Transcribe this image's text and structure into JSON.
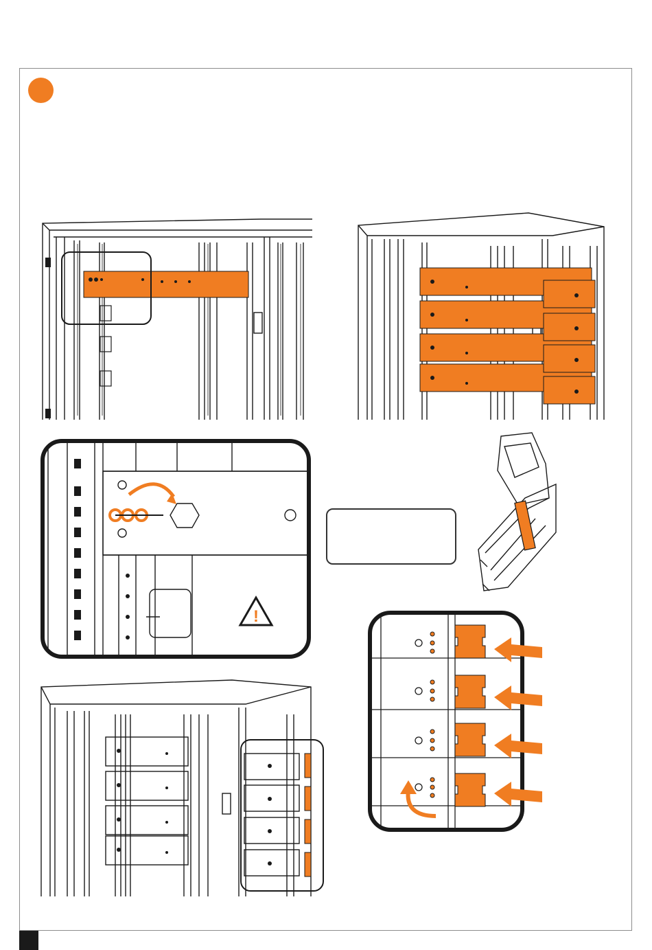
{
  "page": {
    "step_marker_color": "#f07d22",
    "accent_color": "#f07d22",
    "line_color": "#1a1a1a"
  },
  "figures": [
    {
      "id": "cabinet-single-busbar",
      "icon": "cabinet-with-one-copper-bar"
    },
    {
      "id": "cabinet-four-busbars",
      "icon": "cabinet-with-four-copper-bars"
    },
    {
      "id": "bolt-detail-zoom",
      "icon": "nut-washer-assembly-with-warning"
    },
    {
      "id": "busbar-clamp-support",
      "icon": "busbar-support-clip"
    },
    {
      "id": "connector-insertion-zoom",
      "icon": "four-connectors-with-arrows"
    },
    {
      "id": "cabinet-finished-assembly",
      "icon": "cabinet-with-connectors"
    }
  ],
  "note_box": {
    "text": ""
  },
  "warning": {
    "symbol": "!"
  }
}
